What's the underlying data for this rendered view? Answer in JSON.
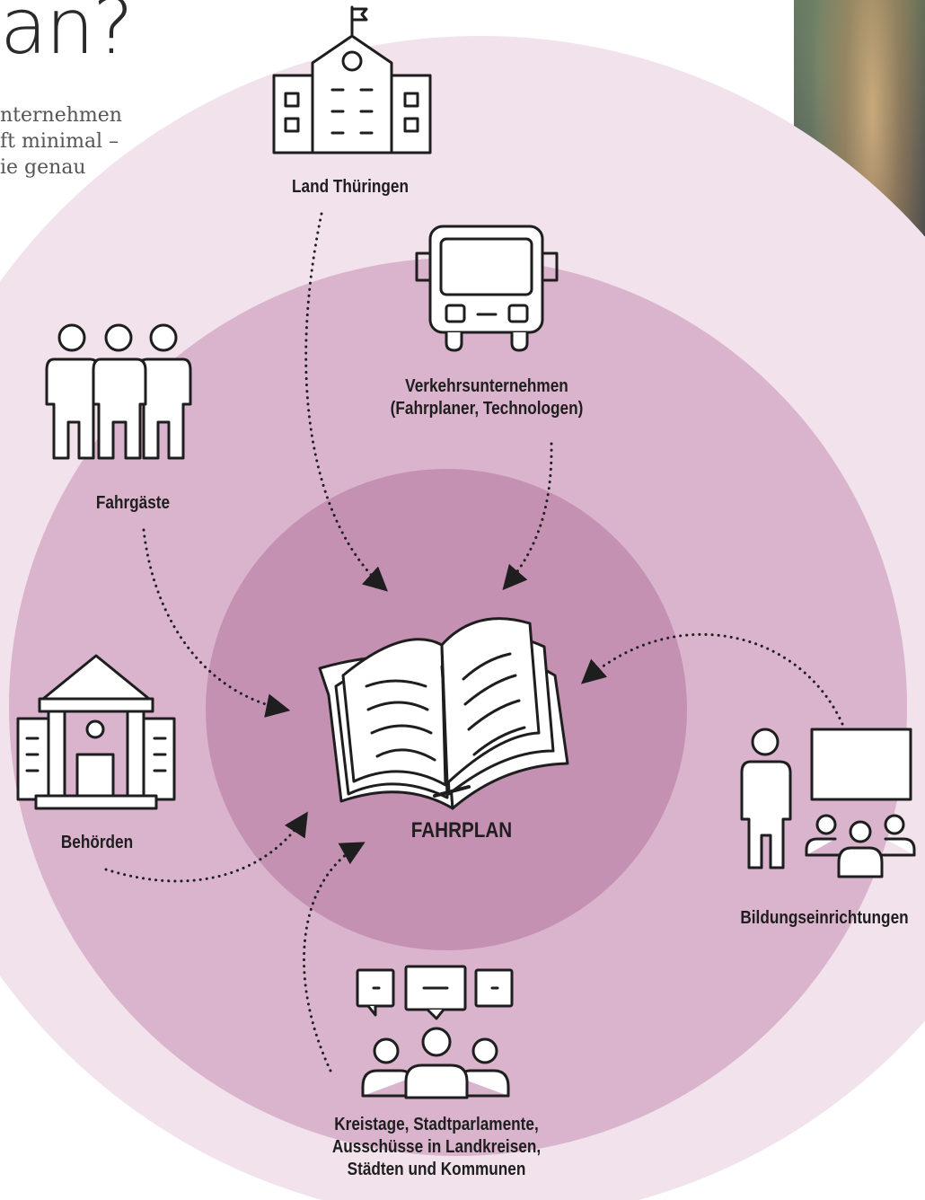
{
  "header": {
    "title_fragment": "an?",
    "intro_lines": [
      "nternehmen",
      "ft minimal –",
      "ie genau"
    ]
  },
  "diagram": {
    "center": {
      "label": "FAHRPLAN",
      "icon": "open-book-icon"
    },
    "nodes": [
      {
        "id": "land",
        "label_lines": [
          "Land Thüringen"
        ],
        "icon": "government-building-icon"
      },
      {
        "id": "verkehr",
        "label_lines": [
          "Verkehrsunternehmen",
          "(Fahrplaner, Technologen)"
        ],
        "icon": "bus-icon"
      },
      {
        "id": "fahrgaeste",
        "label_lines": [
          "Fahrgäste"
        ],
        "icon": "people-group-icon"
      },
      {
        "id": "behoerden",
        "label_lines": [
          "Behörden"
        ],
        "icon": "authority-building-icon"
      },
      {
        "id": "bildung",
        "label_lines": [
          "Bildungseinrichtungen"
        ],
        "icon": "classroom-icon"
      },
      {
        "id": "kreistage",
        "label_lines": [
          "Kreistage, Stadtparlamente,",
          "Ausschüsse in Landkreisen,",
          "Städten und Kommunen"
        ],
        "icon": "discussion-group-icon"
      }
    ],
    "colors": {
      "outer_ring": "#f1e2ec",
      "middle_ring": "#d9b4cc",
      "inner_ring": "#c591b3",
      "line": "#1e1e1e"
    }
  }
}
